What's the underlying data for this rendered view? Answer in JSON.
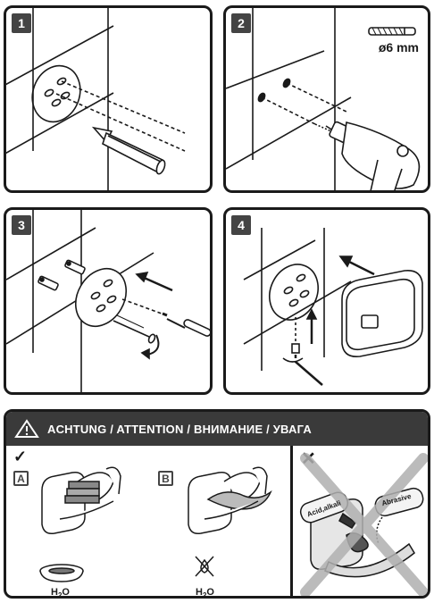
{
  "steps": [
    {
      "number": "1"
    },
    {
      "number": "2",
      "drill_size": "ø6 mm"
    },
    {
      "number": "3"
    },
    {
      "number": "4"
    }
  ],
  "warning": {
    "title": "ACHTUNG / ATTENTION / ВНИМАНИЕ / УВАГА",
    "ok_symbol": "✓",
    "no_symbol": "✕",
    "option_a": "A",
    "option_b": "B",
    "water_a": {
      "main": "H",
      "sub": "2",
      "end": "O"
    },
    "water_b": {
      "main": "H",
      "sub": "2",
      "end": "O"
    },
    "bottle_left": "Acid,alkali",
    "bottle_right": "Abrasive"
  }
}
